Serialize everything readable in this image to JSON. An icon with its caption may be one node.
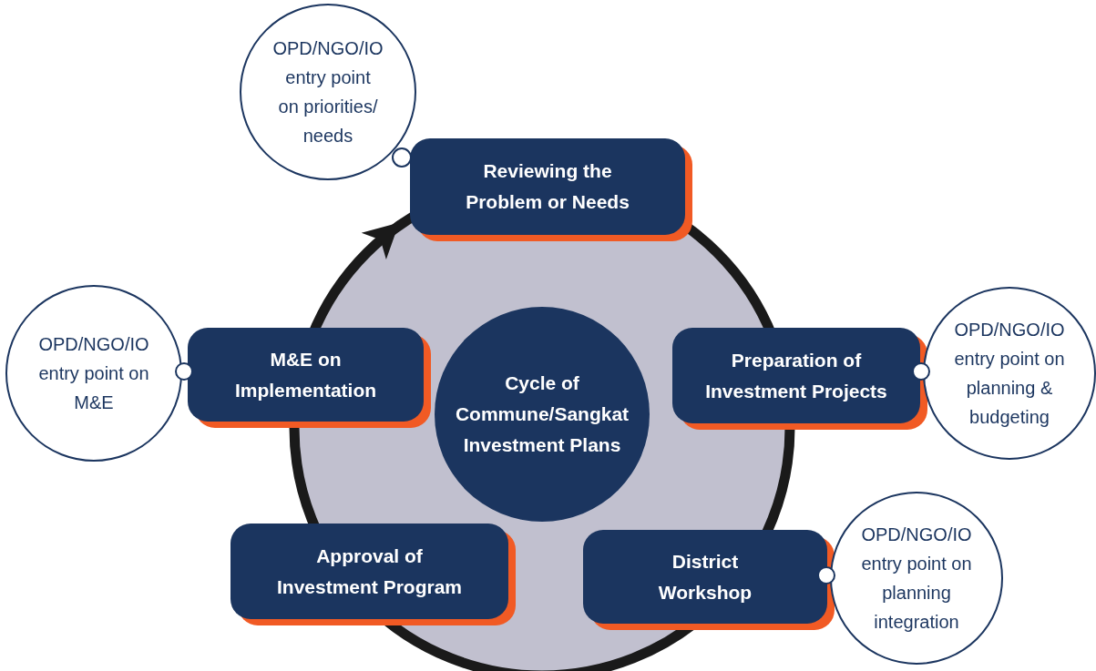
{
  "diagram": {
    "nodes": [
      {
        "text": [
          "Cycle of Commune/Sangkat Investment Plans"
        ]
      },
      {
        "text": [
          "Reviewing the Problem or Needs"
        ]
      },
      {
        "text": [
          "Preparation of Investment Projects"
        ]
      },
      {
        "text": [
          "District Workshop"
        ]
      },
      {
        "text": [
          "Approval of Investment Program"
        ]
      },
      {
        "text": [
          "M&E on Implementation"
        ]
      },
      {
        "text": [
          "OPD/NGO/IO entry point on priorities/ needs"
        ]
      },
      {
        "text": [
          "OPD/NGO/IO entry point on planning & budgeting"
        ]
      },
      {
        "text": [
          "OPD/NGO/IO entry point on planning integration"
        ]
      },
      {
        "text": [
          "OPD/NGO/IO entry point on M&E"
        ]
      }
    ]
  }
}
